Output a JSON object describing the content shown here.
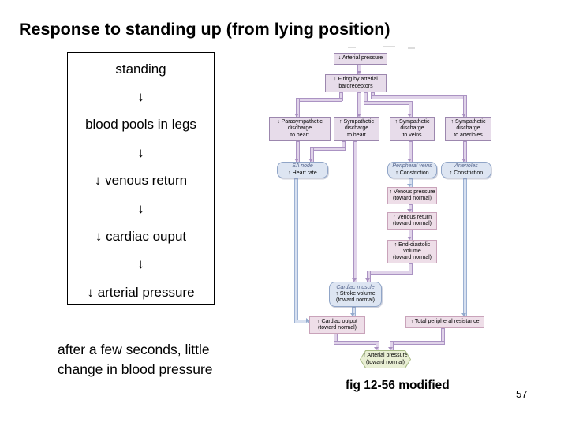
{
  "slide": {
    "title": "Response to standing up (from lying position)",
    "sequence_box": {
      "lines": [
        "standing",
        "↓",
        "blood pools in legs",
        "↓",
        "↓ venous return",
        "↓",
        "↓ cardiac ouput",
        "↓",
        "↓ arterial pressure"
      ]
    },
    "note_lines": [
      "after a few seconds, little",
      "change in blood pressure"
    ],
    "fig_caption": "fig 12-56 modified",
    "page_number": "57"
  },
  "flowchart": {
    "arterial_pressure_top": {
      "label": "↓ Arterial pressure"
    },
    "firing_baroreceptors": {
      "label": "↓ Firing by arterial\nbaroreceptors"
    },
    "parasympathetic_heart": {
      "label": "↓ Parasympathetic\ndischarge\nto heart"
    },
    "sympathetic_heart": {
      "label": "↑ Sympathetic\ndischarge\nto heart"
    },
    "sympathetic_veins": {
      "label": "↑ Sympathetic\ndischarge\nto veins"
    },
    "sympathetic_arterioles": {
      "label": "↑ Sympathetic\ndischarge\nto arterioles"
    },
    "sa_node": {
      "heading": "SA node",
      "label": "↑ Heart rate"
    },
    "peripheral_veins": {
      "heading": "Peripheral veins",
      "label": "↑ Constriction"
    },
    "arterioles": {
      "heading": "Arterioles",
      "label": "↑ Constriction"
    },
    "venous_pressure": {
      "label": "↑ Venous pressure\n(toward normal)"
    },
    "venous_return": {
      "label": "↑ Venous return\n(toward normal)"
    },
    "end_diastolic_volume": {
      "label": "↑ End-diastolic\nvolume\n(toward normal)"
    },
    "cardiac_muscle": {
      "heading": "Cardiac muscle",
      "label": "↑ Stroke volume\n(toward normal)"
    },
    "cardiac_output": {
      "label": "↑ Cardiac output\n(toward normal)"
    },
    "total_peripheral_resistance": {
      "label": "↑ Total peripheral resistance"
    },
    "arterial_pressure_result": {
      "label": "↑ Arterial pressure\n(toward normal)"
    }
  },
  "colors": {
    "box_lavender_fill": "#e7dcea",
    "box_lavender_border": "#9c87ae",
    "box_pink_fill": "#eedee8",
    "box_pink_border": "#c9a3ba",
    "box_blue_fill": "#dde5f2",
    "box_blue_border": "#90a5c7",
    "hexagon_fill": "#e9efd4",
    "hexagon_border": "#a7ba84",
    "tube_purple_fill": "#e0d3e9",
    "tube_purple_border": "#ab93c3",
    "tube_blue_fill": "#d7e0f0",
    "tube_blue_border": "#9cb1d3",
    "node_heading_text": "#51628a"
  }
}
